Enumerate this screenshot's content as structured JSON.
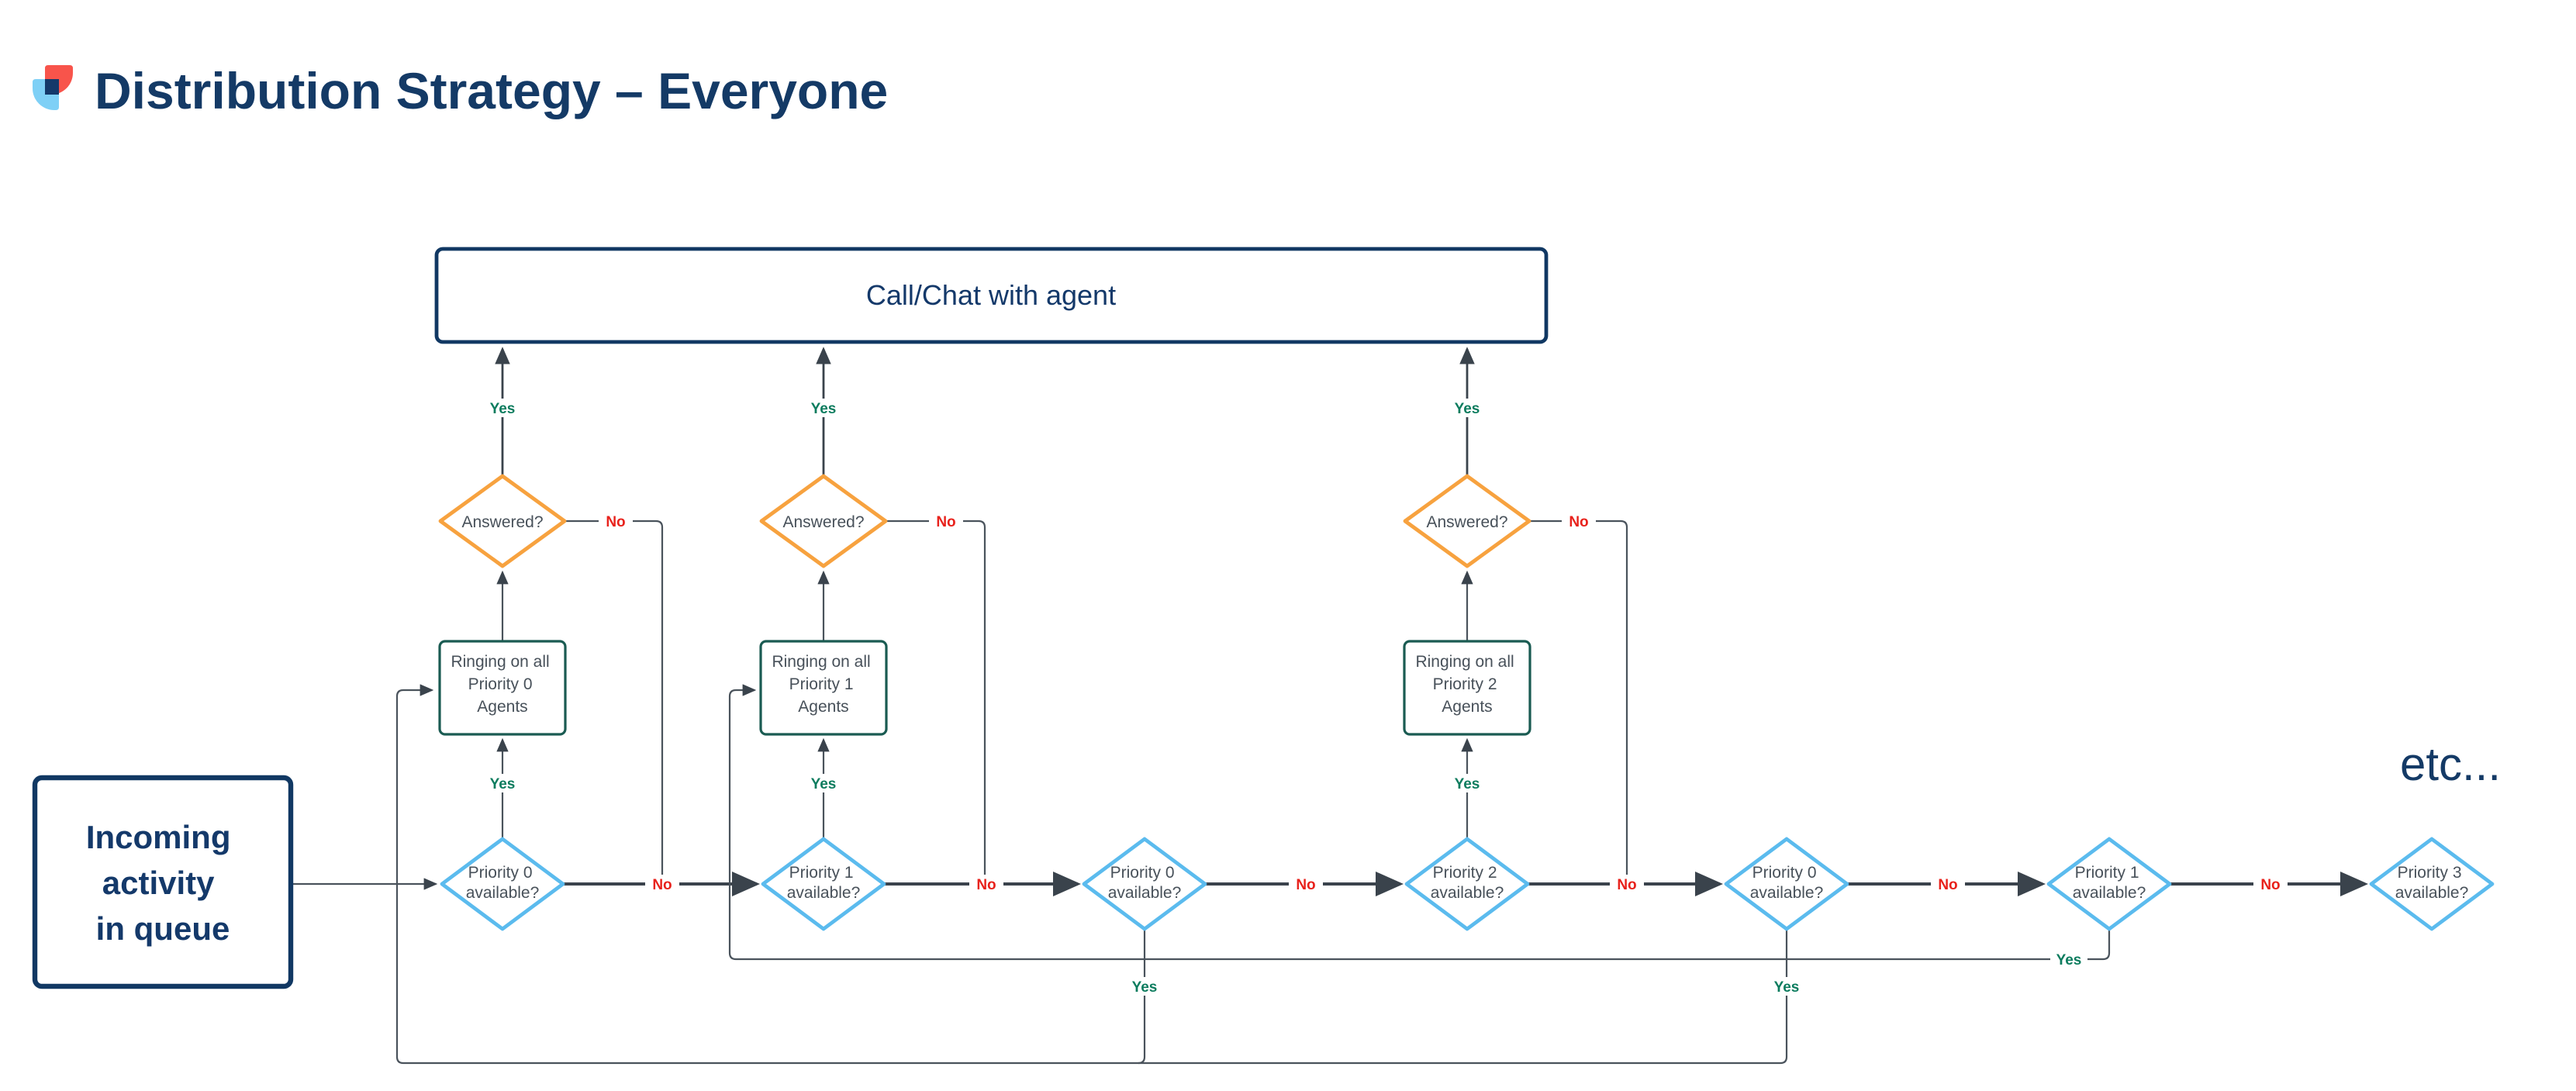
{
  "header": {
    "title": "Distribution Strategy – Everyone"
  },
  "labels": {
    "yes": "Yes",
    "no": "No"
  },
  "etc_label": "etc...",
  "colors": {
    "title_navy": "#143A66",
    "navy_border": "#113863",
    "navy_text": "#14396A",
    "teal_border": "#1A5B52",
    "orange_border": "#F7A23F",
    "blue_border": "#5BBBEE",
    "node_text_gray": "#48515A",
    "line_thin": "#4A535C",
    "line_thick": "#3A434C",
    "yes_green": "#0C7C5E",
    "no_red": "#E8221C",
    "logo_red": "#F8544B",
    "logo_blue": "#7ED0F6",
    "logo_navy": "#14396A"
  },
  "nodes": {
    "incoming": {
      "lines": [
        "Incoming",
        "activity",
        "in queue"
      ]
    },
    "call_chat": {
      "label": "Call/Chat with agent"
    },
    "answered": [
      {
        "label": "Answered?"
      },
      {
        "label": "Answered?"
      },
      {
        "label": "Answered?"
      }
    ],
    "ringing": [
      {
        "lines": [
          "Ringing on all",
          "Priority 0",
          "Agents"
        ]
      },
      {
        "lines": [
          "Ringing on all",
          "Priority 1",
          "Agents"
        ]
      },
      {
        "lines": [
          "Ringing on all",
          "Priority 2",
          "Agents"
        ]
      }
    ],
    "availability": [
      {
        "line1": "Priority 0",
        "line2": "available?"
      },
      {
        "line1": "Priority 1",
        "line2": "available?"
      },
      {
        "line1": "Priority 0",
        "line2": "available?"
      },
      {
        "line1": "Priority 2",
        "line2": "available?"
      },
      {
        "line1": "Priority 0",
        "line2": "available?"
      },
      {
        "line1": "Priority 1",
        "line2": "available?"
      },
      {
        "line1": "Priority 3",
        "line2": "available?"
      }
    ]
  }
}
